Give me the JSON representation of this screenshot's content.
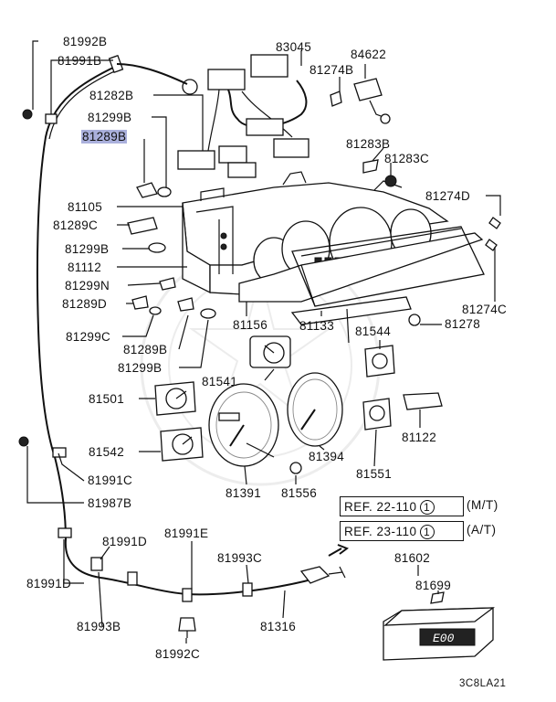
{
  "labels": {
    "p81992B": "81992B",
    "p81991B": "81991B",
    "p83045": "83045",
    "p84622": "84622",
    "p81274B": "81274B",
    "p81282B": "81282B",
    "p81299B_1": "81299B",
    "p81289B_1": "81289B",
    "p81283B": "81283B",
    "p81283C": "81283C",
    "p81105": "81105",
    "p81274D": "81274D",
    "p81289C": "81289C",
    "p81299B_2": "81299B",
    "p81112": "81112",
    "p81299N": "81299N",
    "p81289D": "81289D",
    "p81274C": "81274C",
    "p81156": "81156",
    "p81133": "81133",
    "p81278": "81278",
    "p81544": "81544",
    "p81299C": "81299C",
    "p81289B_2": "81289B",
    "p81299B_3": "81299B",
    "p81541": "81541",
    "p81501": "81501",
    "p81122": "81122",
    "p81542": "81542",
    "p81394": "81394",
    "p81551": "81551",
    "p81991C": "81991C",
    "p81391": "81391",
    "p81556": "81556",
    "p81987B": "81987B",
    "p81991D_1": "81991D",
    "p81991E": "81991E",
    "p81993C": "81993C",
    "p81602": "81602",
    "p81991D_2": "81991D",
    "p81699": "81699",
    "p81316": "81316",
    "p81993B": "81993B",
    "p81992C": "81992C"
  },
  "refs": {
    "mt": {
      "text": "REF. 22-110",
      "num": "1",
      "suffix": "(M/T)"
    },
    "at": {
      "text": "REF. 23-110",
      "num": "1",
      "suffix": "(A/T)"
    }
  },
  "drawing_code": "3C8LA21",
  "odometer_text": "E00"
}
